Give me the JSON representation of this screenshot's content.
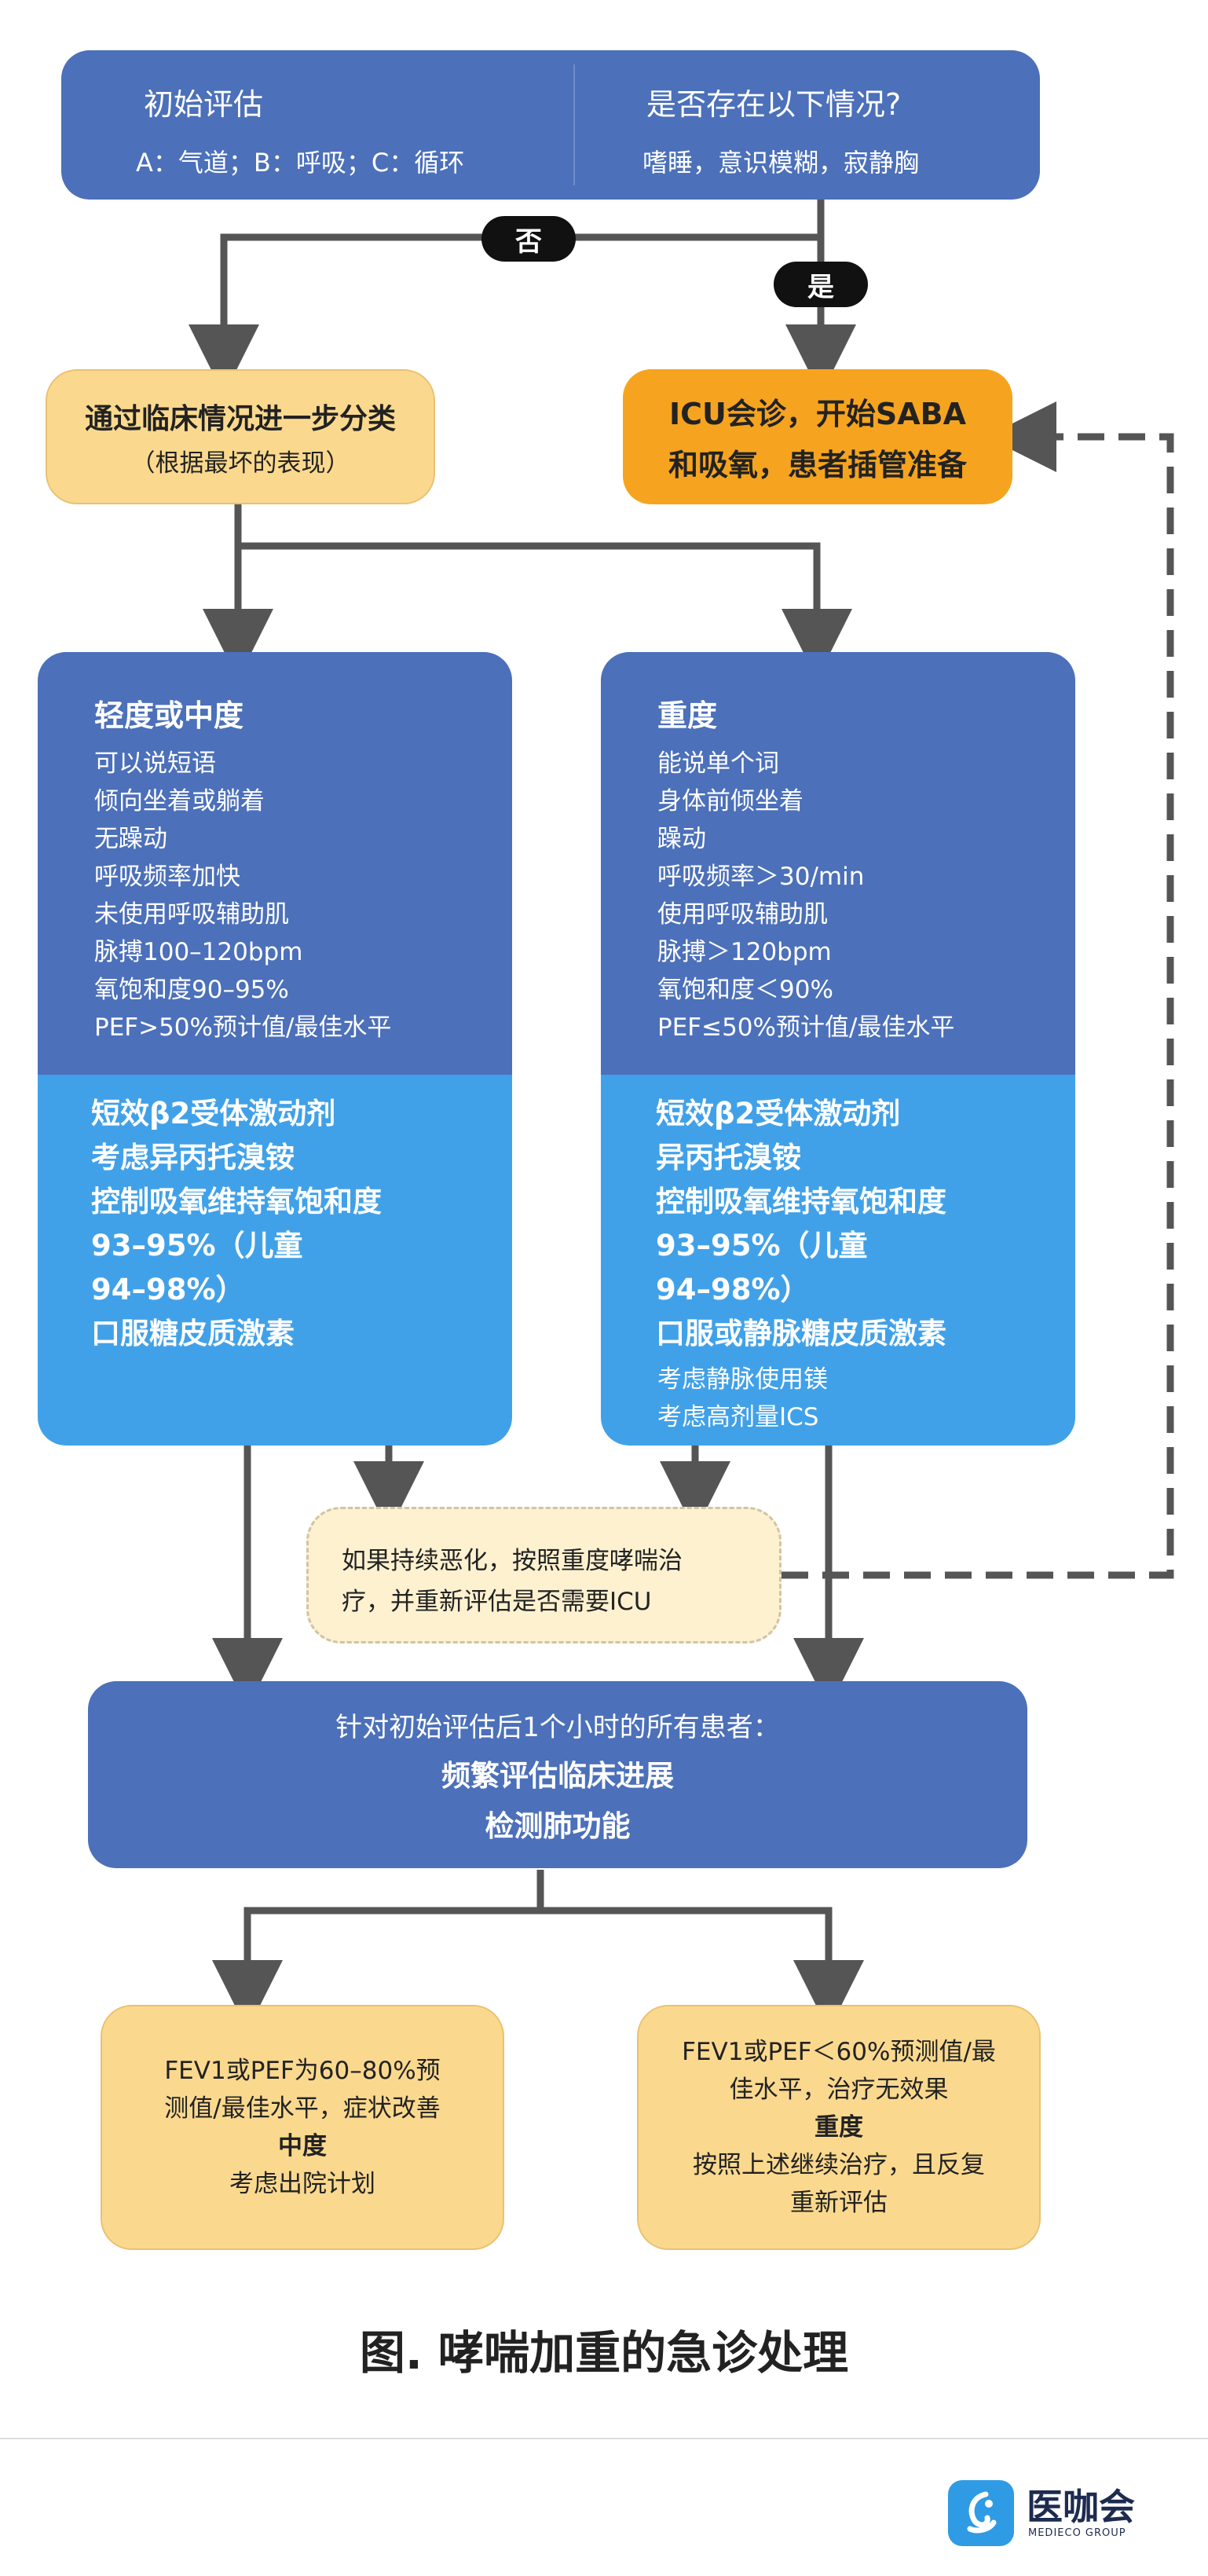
{
  "top": {
    "left_title": "初始评估",
    "left_sub": "A：气道；B：呼吸；C：循环",
    "right_title": "是否存在以下情况?",
    "right_sub": "嗜睡，意识模糊，寂静胸"
  },
  "labels": {
    "no": "否",
    "yes": "是"
  },
  "classify": {
    "title": "通过临床情况进一步分类",
    "sub": "（根据最坏的表现）"
  },
  "icu": {
    "line1": "ICU会诊，开始SABA",
    "line2": "和吸氧，患者插管准备"
  },
  "mild": {
    "title": "轻度或中度",
    "signs": [
      "可以说短语",
      "倾向坐着或躺着",
      "无躁动",
      "呼吸频率加快",
      "未使用呼吸辅助肌",
      "脉搏100–120bpm",
      "氧饱和度90–95%",
      "PEF>50%预计值/最佳水平"
    ],
    "treatments": [
      "短效β2受体激动剂",
      "考虑异丙托溴铵",
      "控制吸氧维持氧饱和度",
      "93–95%（儿童",
      "94–98%）",
      "口服糖皮质激素"
    ]
  },
  "severe": {
    "title": "重度",
    "signs": [
      "能说单个词",
      "身体前倾坐着",
      "躁动",
      "呼吸频率＞30/min",
      "使用呼吸辅助肌",
      "脉搏＞120bpm",
      "氧饱和度＜90%",
      "PEF≤50%预计值/最佳水平"
    ],
    "treatments": [
      "短效β2受体激动剂",
      "异丙托溴铵",
      "控制吸氧维持氧饱和度",
      "93–95%（儿童",
      "94–98%）",
      "口服或静脉糖皮质激素"
    ],
    "extra": [
      "考虑静脉使用镁",
      "考虑高剂量ICS"
    ]
  },
  "worsening": {
    "line1": "如果持续恶化，按照重度哮喘治",
    "line2": "疗，并重新评估是否需要ICU"
  },
  "all_patients": {
    "line1": "针对初始评估后1个小时的所有患者：",
    "line2": "频繁评估临床进展",
    "line3": "检测肺功能"
  },
  "outcome_moderate": {
    "line1": "FEV1或PEF为60–80%预",
    "line2": "测值/最佳水平，症状改善",
    "grade": "中度",
    "action": "考虑出院计划"
  },
  "outcome_severe": {
    "line1": "FEV1或PEF＜60%预测值/最",
    "line2": "佳水平，治疗无效果",
    "grade": "重度",
    "action1": "按照上述继续治疗，且反复",
    "action2": "重新评估"
  },
  "caption": "图. 哮喘加重的急诊处理",
  "logo": {
    "name": "医咖会",
    "sub": "MEDIECO GROUP"
  },
  "colors": {
    "dark_blue": "#4c70b9",
    "light_blue": "#41a1e8",
    "yellow": "#fad98f",
    "orange": "#f6a41f",
    "cream": "#fdf1d0",
    "line": "#555555"
  }
}
